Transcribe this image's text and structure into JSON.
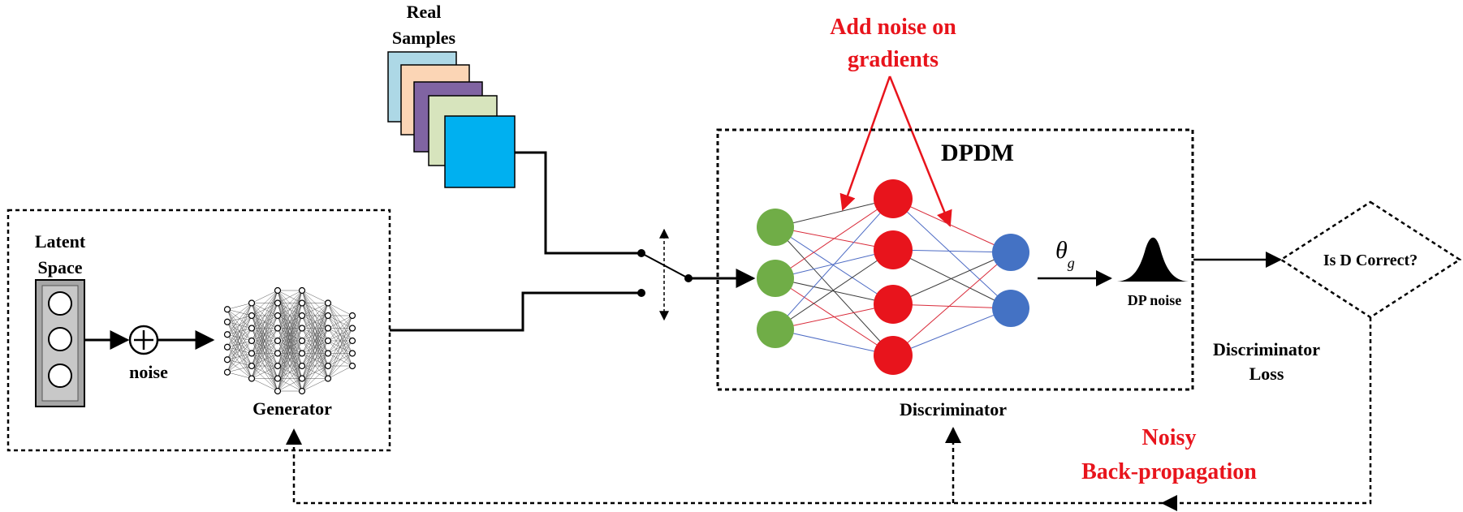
{
  "labels": {
    "real_samples": [
      "Real",
      "Samples"
    ],
    "add_noise": [
      "Add noise on",
      "gradients"
    ],
    "dpdm": "DPDM",
    "latent_space": [
      "Latent",
      "Space"
    ],
    "noise": "noise",
    "generator": "Generator",
    "discriminator": "Discriminator",
    "theta": "θ",
    "theta_sub": "g",
    "dp_noise": "DP noise",
    "is_d_correct": "Is D Correct?",
    "disc_loss": [
      "Discriminator",
      "Loss"
    ],
    "noisy_backprop": [
      "Noisy",
      "Back-propagation"
    ]
  },
  "colors": {
    "red_text": "#e8141c",
    "green_node": "#70ad47",
    "red_node": "#e8141c",
    "blue_node": "#4472c4",
    "sample_1": "#add8e6",
    "sample_2": "#fbd5b5",
    "sample_3": "#8064a2",
    "sample_4": "#d7e4bd",
    "sample_5": "#00b0f0",
    "latent_box": "#a6a6a6"
  },
  "network": {
    "layers": [
      3,
      4,
      2
    ]
  }
}
